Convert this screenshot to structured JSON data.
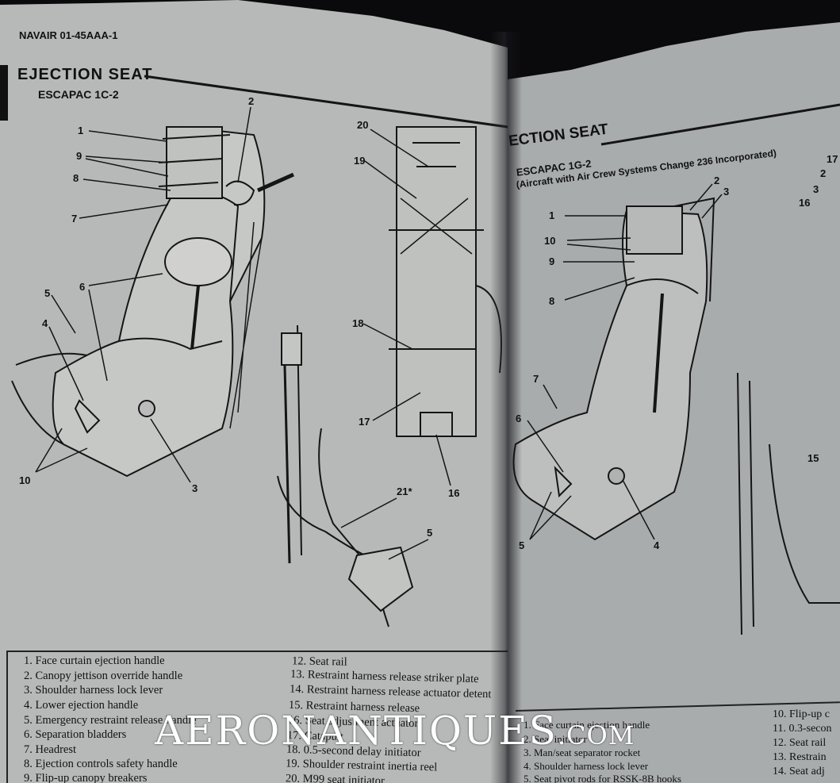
{
  "left_page": {
    "doc_id": "NAVAIR 01-45AAA-1",
    "section_title": "EJECTION SEAT",
    "seat_model": "ESCAPAC 1C-2",
    "callouts": [
      "1",
      "2",
      "9",
      "8",
      "7",
      "5",
      "6",
      "4",
      "10",
      "3",
      "20",
      "19",
      "18",
      "17",
      "16",
      "21*",
      "5"
    ],
    "legend": [
      "1.  Face curtain ejection handle",
      "2.  Canopy jettison override handle",
      "3.  Shoulder harness lock lever",
      "4.  Lower ejection handle",
      "5.  Emergency restraint release handle",
      "6.  Separation bladders",
      "7.  Headrest",
      "8.  Ejection controls safety handle",
      "9.  Flip-up canopy breakers",
      "12.  Seat rail",
      "13.  Restraint harness release striker plate",
      "14.  Restraint harness release actuator detent",
      "15.  Restraint harness release",
      "16.  Seat adjustment actuator",
      "17.  Catapult",
      "18.  0.5-second delay initiator",
      "19.  Shoulder restraint inertia reel",
      "20.  M99 seat initiator"
    ]
  },
  "right_page": {
    "section_title": "ECTION SEAT",
    "seat_model": "ESCAPAC 1G-2",
    "seat_note": "(Aircraft with Air Crew Systems Change 236 Incorporated)",
    "callouts": [
      "1",
      "10",
      "9",
      "8",
      "2",
      "3",
      "17",
      "2",
      "3",
      "16",
      "7",
      "6",
      "5",
      "4",
      "15"
    ],
    "legend": [
      "1.  Face curtain ejection handle",
      "2.  Seat initiator",
      "3.  Man/seat separator rocket",
      "4.  Shoulder harness lock lever",
      "5.  Seat pivot rods for RSSK-8B hooks",
      "10.  Flip-up c",
      "11.  0.3-secon",
      "12.  Seat rail",
      "13.  Restrain",
      "14.  Seat adj"
    ]
  },
  "watermark": {
    "main": "AERONANTIQUES",
    "suffix": ".COM"
  },
  "colors": {
    "paper_left": "#b7b9b8",
    "paper_right": "#a9acad",
    "ink": "#111111",
    "background": "#0a0a0c"
  }
}
